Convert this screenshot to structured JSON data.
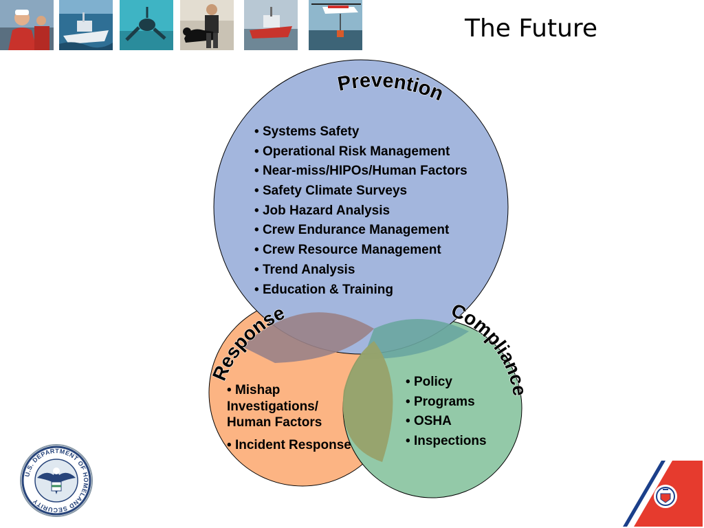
{
  "slide": {
    "title": "The Future"
  },
  "photos": [
    {
      "icon": "crew-photo-icon"
    },
    {
      "icon": "patrol-boat-photo-icon"
    },
    {
      "icon": "diver-photo-icon"
    },
    {
      "icon": "k9-handler-photo-icon"
    },
    {
      "icon": "response-boat-photo-icon"
    },
    {
      "icon": "helicopter-rescue-photo-icon"
    }
  ],
  "venn": {
    "prevention": {
      "label": "Prevention",
      "color": "#a3b6dd",
      "items": [
        "Systems Safety",
        "Operational Risk Management",
        "Near-miss/HIPOs/Human Factors",
        "Safety Climate Surveys",
        "Job Hazard Analysis",
        "Crew Endurance Management",
        "Crew Resource Management",
        "Trend Analysis",
        "Education & Training"
      ]
    },
    "response": {
      "label": "Response",
      "color": "#fcb483",
      "items": [
        "Mishap\nInvestigations/\nHuman Factors",
        "Incident Response"
      ]
    },
    "compliance": {
      "label": "Compliance",
      "color": "#93c9a8",
      "items": [
        "Policy",
        "Programs",
        "OSHA",
        "Inspections"
      ]
    }
  },
  "logos": {
    "dhs": {
      "icon": "dhs-seal-icon",
      "text": "U.S. DEPARTMENT OF HOMELAND SECURITY"
    },
    "uscg": {
      "icon": "coast-guard-racing-stripe-icon"
    }
  }
}
